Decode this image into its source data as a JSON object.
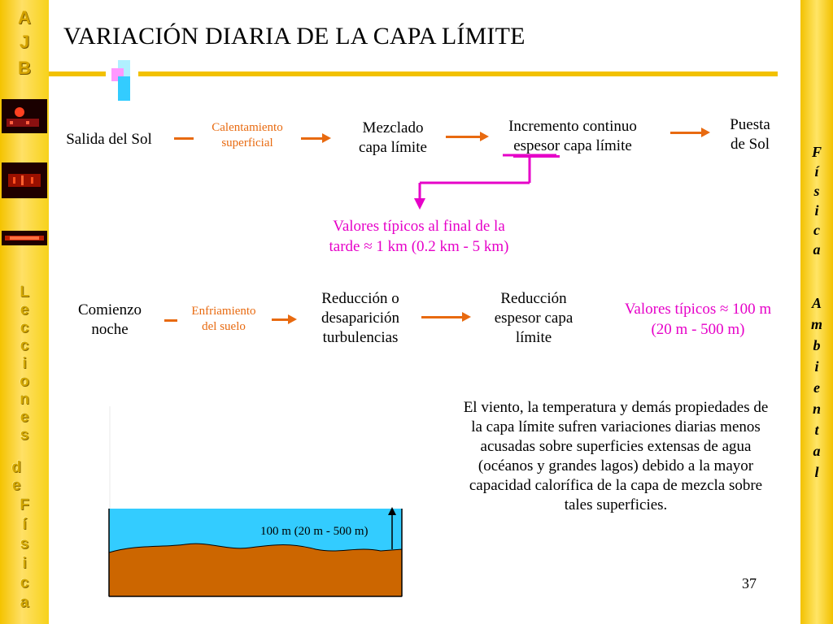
{
  "sidebar_left": {
    "logo_letters": [
      "A",
      "J",
      "B"
    ],
    "vertical_word_1": [
      "L",
      "e",
      "c",
      "c",
      "i",
      "o",
      "n",
      "e",
      "s"
    ],
    "vertical_word_2": [
      "d",
      "e"
    ],
    "vertical_word_3": [
      "F",
      "í",
      "s",
      "i",
      "c",
      "a"
    ]
  },
  "sidebar_right": {
    "vertical_word_1": [
      "F",
      "í",
      "s",
      "i",
      "c",
      "a"
    ],
    "vertical_word_2": [
      "A",
      "m",
      "b",
      "i",
      "e",
      "n",
      "t",
      "a",
      "l"
    ]
  },
  "title": "VARIACIÓN DIARIA DE LA CAPA LÍMITE",
  "day_row": {
    "start": "Salida del Sol",
    "process": [
      "Calentamiento",
      "superficial"
    ],
    "step1": [
      "Mezclado",
      "capa límite"
    ],
    "step2_line1": "Incremento continuo",
    "step2_highlight": "espesor",
    "step2_rest": " capa límite",
    "end": [
      "Puesta",
      "de Sol"
    ],
    "typical": [
      "Valores típicos al final de la",
      "tarde ≈ 1 km (0.2 km - 5 km)"
    ]
  },
  "night_row": {
    "start": [
      "Comienzo",
      "noche"
    ],
    "process": [
      "Enfriamiento",
      "del suelo"
    ],
    "step1": [
      "Reducción o",
      "desaparición",
      "turbulencias"
    ],
    "step2": [
      "Reducción",
      "espesor capa",
      "límite"
    ],
    "typical": [
      "Valores típicos ≈ 100 m",
      "(20 m - 500 m)"
    ]
  },
  "diagram": {
    "height_label": "100 m (20 m - 500 m)",
    "colors": {
      "water": "#33ccff",
      "ground": "#cc6600"
    }
  },
  "paragraph": "El viento, la temperatura y demás propiedades de la capa límite sufren variaciones diarias menos acusadas sobre superficies extensas de agua (océanos y grandes lagos) debido a la mayor capacidad calorífica de la capa de mezcla sobre tales superficies.",
  "page_number": "37",
  "colors": {
    "orange": "#e86a10",
    "magenta": "#e600c8",
    "gold": "#f2c100"
  }
}
